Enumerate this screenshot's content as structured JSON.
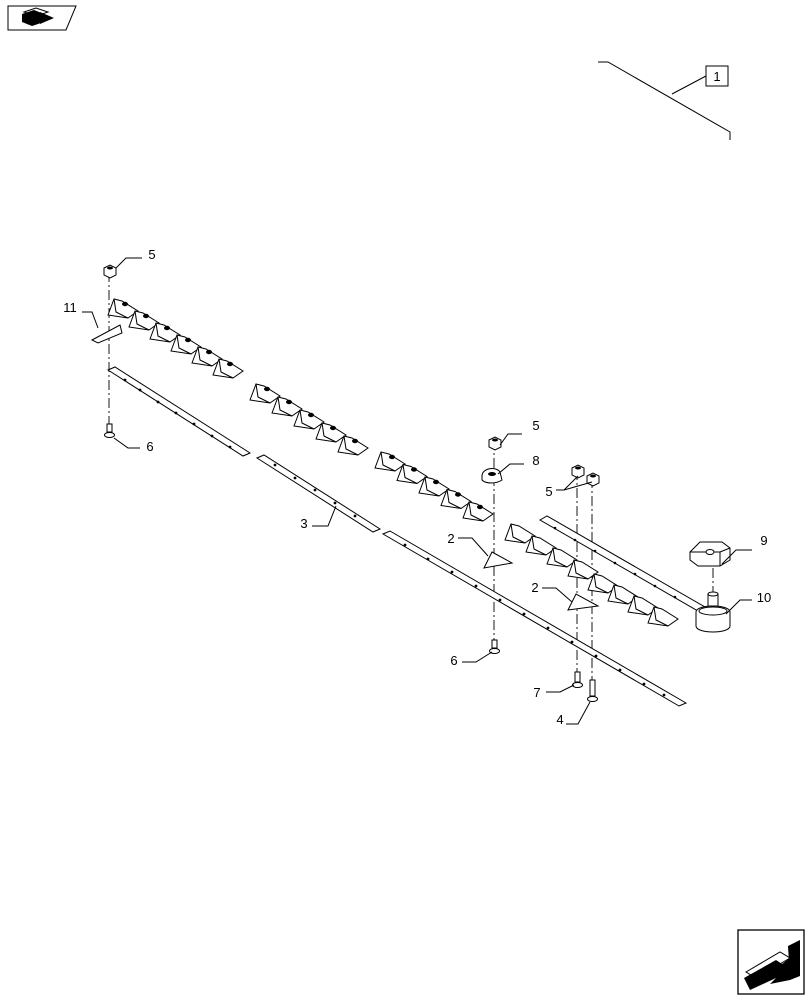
{
  "nav": {
    "prev_icon": "back-arrow-icon",
    "next_icon": "next-arrow-icon"
  },
  "assembly": {
    "label": "1"
  },
  "callouts": {
    "top_section": "5",
    "top_guard": "11",
    "top_bolt": "6",
    "bar": "3",
    "mid_nut": "5",
    "clip": "8",
    "pair_nuts": "5",
    "section_a": "2",
    "section_b": "2",
    "mid_bolt": "6",
    "bolt_7": "7",
    "bolt_4": "4",
    "block": "9",
    "head": "10"
  }
}
